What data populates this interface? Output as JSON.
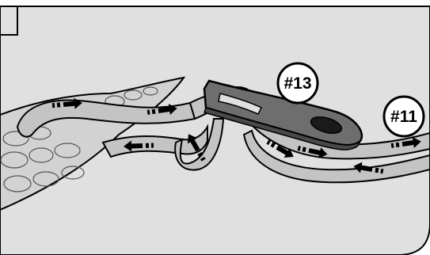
{
  "diagram": {
    "callouts": [
      {
        "id": "buckle",
        "label": "#13"
      },
      {
        "id": "strap",
        "label": "#11"
      }
    ],
    "colors": {
      "background": "#e0e0e0",
      "strap_fill": "#c4c4c4",
      "strap_inner": "#eeeeee",
      "pad_fill": "#d2d2d2",
      "buckle_fill": "#6e6e6e",
      "outline": "#000000",
      "callout_fill": "#ffffff"
    },
    "arrows": [
      {
        "id": "upper-left",
        "direction": "right"
      },
      {
        "id": "upper-middle",
        "direction": "right"
      },
      {
        "id": "lower-left",
        "direction": "left"
      },
      {
        "id": "lower-middle",
        "direction": "left"
      },
      {
        "id": "buckle-entry",
        "direction": "right"
      },
      {
        "id": "right-lower",
        "direction": "right"
      },
      {
        "id": "right-bottom",
        "direction": "left"
      },
      {
        "id": "far-right",
        "direction": "right"
      }
    ]
  }
}
